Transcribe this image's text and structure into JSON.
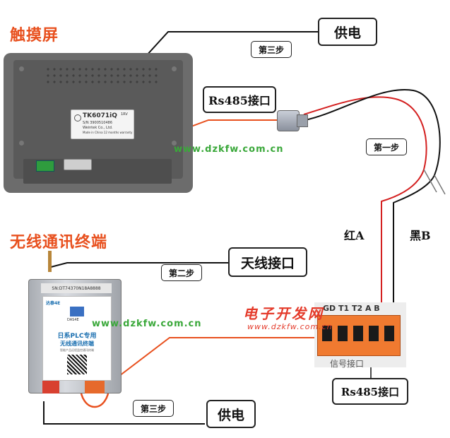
{
  "titles": {
    "touchscreen": "触摸屏",
    "wireless_terminal": "无线通讯终端"
  },
  "callouts": {
    "power_top": "供电",
    "rs485_top": "Rs485接口",
    "antenna": "天线接口",
    "rs485_bottom": "Rs485接口",
    "power_bottom": "供电"
  },
  "steps": {
    "step3_top": "第三步",
    "step1": "第一步",
    "step2": "第二步",
    "step3_bottom": "第三步"
  },
  "wire_labels": {
    "red": "红A",
    "black": "黑B"
  },
  "watermarks": {
    "url_top": "www.dzkfw.com.cn",
    "url_mid": "www.dzkfw.com.cn",
    "brand_red": "电子开发网",
    "url_red": "www.dzkfw.com.cn"
  },
  "touchscreen_device": {
    "model": "TK6071iQ",
    "sn": "S/N 3900510486",
    "voltage": "1RV",
    "maker": "Weintek Co., Ltd.",
    "note": "Made in China 12 months warranty"
  },
  "terminal_device": {
    "serial": "SN:DT74370N18A8888",
    "brand": "DAS4E",
    "tag": "达泰4E",
    "line1": "日系PLC专用",
    "line2": "无线通讯终端",
    "small": "智能产品远程监控通讯终端"
  },
  "terminal_block": {
    "header": "GD T1 T2 A B",
    "footer": "信号接口"
  },
  "colors": {
    "accent_orange": "#e8501e",
    "wire_red": "#d42020",
    "wire_black": "#111111",
    "watermark_green": "#3aa83a",
    "terminal_orange": "#f07a30"
  }
}
